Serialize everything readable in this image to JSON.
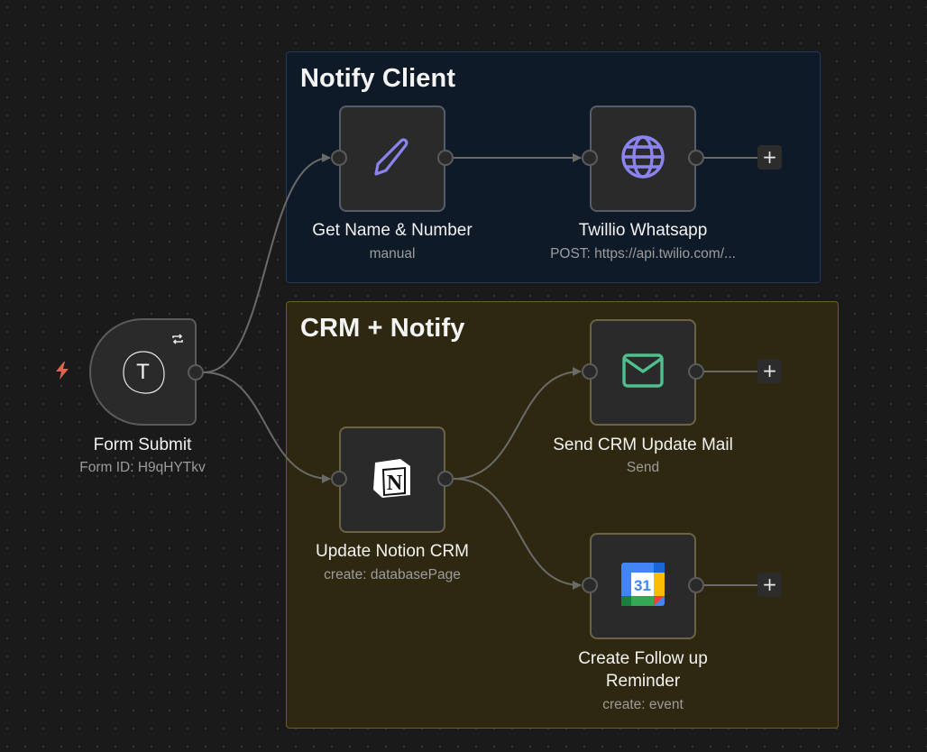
{
  "canvas": {
    "groups": [
      {
        "id": "notify-client",
        "title": "Notify Client",
        "color": "#0f1a29"
      },
      {
        "id": "crm-notify",
        "title": "CRM + Notify",
        "color": "#2e2810"
      }
    ],
    "trigger": {
      "name": "Form Submit",
      "subtitle": "Form ID: H9qHYTkv",
      "icon": "form-trigger-icon",
      "icon_letter": "T",
      "badge_icon": "lightning-bolt-icon",
      "badge_color": "#e0634f"
    },
    "nodes": [
      {
        "id": "get-name-number",
        "name": "Get Name & Number",
        "subtitle": "manual",
        "icon": "pencil-icon",
        "icon_color": "#8b84f0",
        "group": "notify-client"
      },
      {
        "id": "twilio-whatsapp",
        "name": "Twillio Whatsapp",
        "subtitle": "POST: https://api.twilio.com/...",
        "icon": "globe-icon",
        "icon_color": "#8b84f0",
        "group": "notify-client"
      },
      {
        "id": "update-notion-crm",
        "name": "Update Notion CRM",
        "subtitle": "create: databasePage",
        "icon": "notion-icon",
        "icon_letter": "N",
        "group": "crm-notify"
      },
      {
        "id": "send-crm-mail",
        "name": "Send CRM Update Mail",
        "subtitle": "Send",
        "icon": "mail-icon",
        "icon_color": "#4fbf8e",
        "group": "crm-notify"
      },
      {
        "id": "create-reminder",
        "name": "Create Follow up Reminder",
        "name_lines": [
          "Create Follow up",
          "Reminder"
        ],
        "subtitle": "create: event",
        "icon": "google-calendar-icon",
        "icon_text": "31",
        "group": "crm-notify"
      }
    ],
    "connections": [
      {
        "from": "form-submit",
        "to": "get-name-number"
      },
      {
        "from": "form-submit",
        "to": "update-notion-crm"
      },
      {
        "from": "get-name-number",
        "to": "twilio-whatsapp"
      },
      {
        "from": "update-notion-crm",
        "to": "send-crm-mail"
      },
      {
        "from": "update-notion-crm",
        "to": "create-reminder"
      }
    ],
    "add_button_label": "+"
  }
}
